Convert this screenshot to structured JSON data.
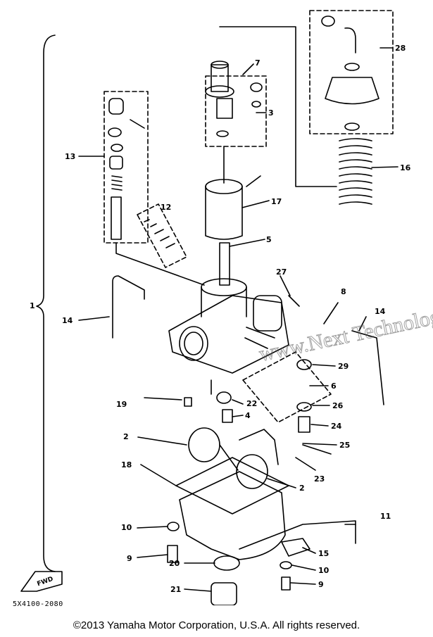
{
  "callouts": [
    "1",
    "2",
    "2",
    "3",
    "4",
    "5",
    "6",
    "7",
    "8",
    "9",
    "9",
    "10",
    "10",
    "11",
    "12",
    "13",
    "14",
    "15",
    "16",
    "17",
    "18",
    "19",
    "20",
    "21",
    "22",
    "23",
    "24",
    "25",
    "26",
    "27",
    "28",
    "29",
    "14"
  ],
  "arrow_label": "FWD",
  "part_code": "5X4100-2080",
  "watermark": "www.Next Technologies",
  "copyright": "©2013 Yamaha Motor Corporation, U.S.A. All rights reserved."
}
